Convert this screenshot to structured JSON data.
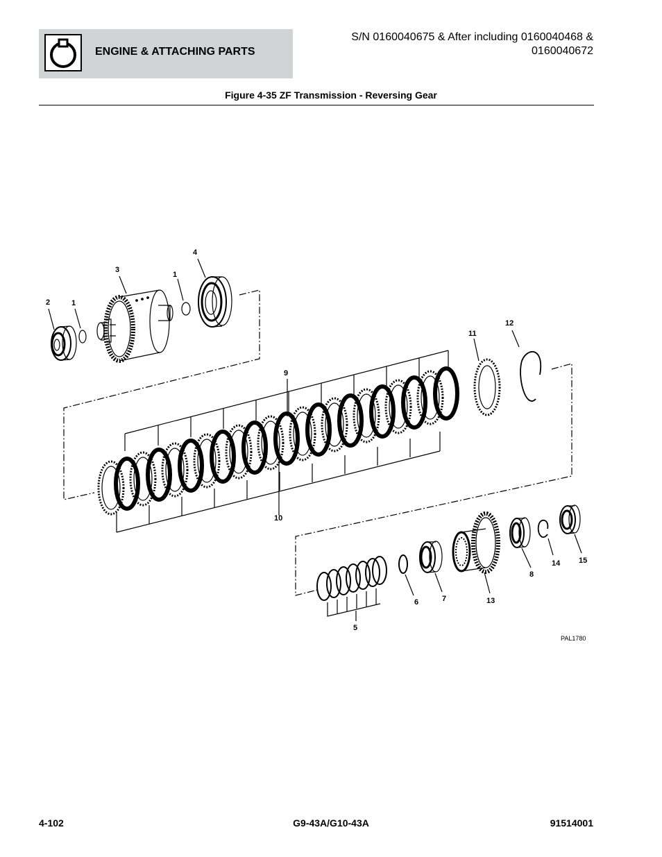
{
  "header": {
    "section_title": "ENGINE & ATTACHING PARTS",
    "serial_line_1": "S/N 0160040675 & After including 0160040468 &",
    "serial_line_2": "0160040672",
    "section_icon": "engine-section-icon"
  },
  "figure": {
    "title": "Figure 4-35 ZF Transmission - Reversing Gear",
    "drawing_id": "PAL1780",
    "callouts": {
      "c1a": "1",
      "c1b": "1",
      "c2": "2",
      "c3": "3",
      "c4": "4",
      "c5": "5",
      "c6": "6",
      "c7": "7",
      "c8": "8",
      "c9": "9",
      "c10": "10",
      "c11": "11",
      "c12": "12",
      "c13": "13",
      "c14": "14",
      "c15": "15"
    }
  },
  "footer": {
    "page_number": "4-102",
    "model": "G9-43A/G10-43A",
    "doc_number": "91514001"
  }
}
